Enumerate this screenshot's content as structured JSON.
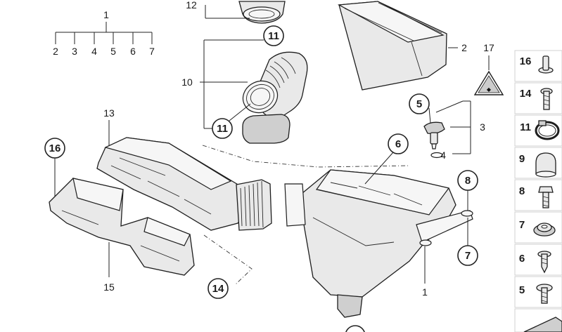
{
  "labels": {
    "tree_parent": "1",
    "tree_children": [
      "2",
      "3",
      "4",
      "5",
      "6",
      "7"
    ],
    "l12": "12",
    "l11a": "11",
    "l10": "10",
    "l11b": "11",
    "l2": "2",
    "l17": "17",
    "l5": "5",
    "l3": "3",
    "l4": "4",
    "l13": "13",
    "l16": "16",
    "l6": "6",
    "l8": "8",
    "l7": "7",
    "l15": "15",
    "l14": "14",
    "l1": "1"
  },
  "legend": {
    "items": [
      "16",
      "14",
      "11",
      "9",
      "8",
      "7",
      "6",
      "5"
    ]
  },
  "colors": {
    "line": "#1e1e1e",
    "part_fill": "#e9e9e9",
    "legend_border": "#d0d0d0"
  }
}
